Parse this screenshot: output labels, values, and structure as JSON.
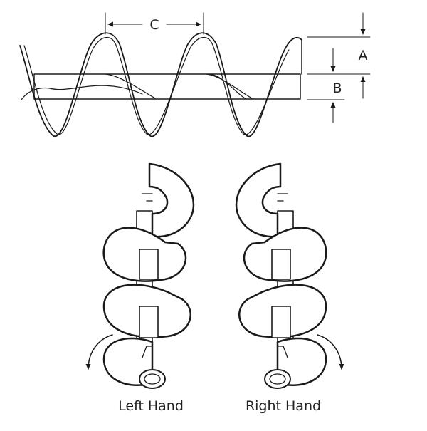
{
  "dimensions": {
    "a": "A",
    "b": "B",
    "c": "C"
  },
  "captions": {
    "left": "Left Hand",
    "right": "Right Hand"
  },
  "colors": {
    "line": "#1a1a1a",
    "background": "#ffffff"
  }
}
